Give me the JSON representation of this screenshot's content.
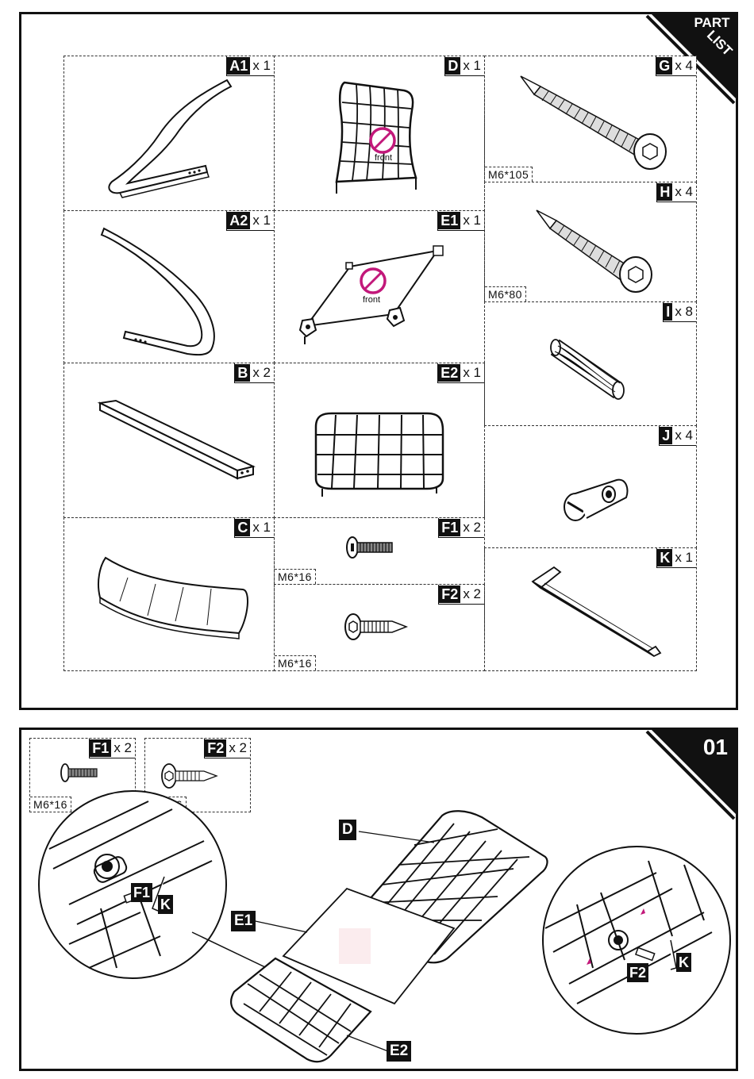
{
  "part_list": {
    "corner_line1": "PART",
    "corner_line2": "LIST",
    "parts": {
      "A1": {
        "code": "A1",
        "qty": "x 1"
      },
      "A2": {
        "code": "A2",
        "qty": "x 1"
      },
      "B": {
        "code": "B",
        "qty": "x 2"
      },
      "C": {
        "code": "C",
        "qty": "x 1"
      },
      "D": {
        "code": "D",
        "qty": "x 1",
        "mark": "front"
      },
      "E1": {
        "code": "E1",
        "qty": "x 1",
        "mark": "front"
      },
      "E2": {
        "code": "E2",
        "qty": "x 1"
      },
      "F1": {
        "code": "F1",
        "qty": "x 2",
        "spec": "M6*16"
      },
      "F2": {
        "code": "F2",
        "qty": "x 2",
        "spec": "M6*16"
      },
      "G": {
        "code": "G",
        "qty": "x 4",
        "spec": "M6*105"
      },
      "H": {
        "code": "H",
        "qty": "x 4",
        "spec": "M6*80"
      },
      "I": {
        "code": "I",
        "qty": "x 8"
      },
      "J": {
        "code": "J",
        "qty": "x 4"
      },
      "K": {
        "code": "K",
        "qty": "x 1"
      }
    }
  },
  "step": {
    "number": "01",
    "parts_used": [
      {
        "code": "F1",
        "qty": "x 2",
        "spec": "M6*16"
      },
      {
        "code": "F2",
        "qty": "x 2",
        "spec": "M6*16"
      }
    ],
    "callouts": {
      "D": "D",
      "E1": "E1",
      "E2": "E2"
    },
    "detail_left": {
      "screw": "F1",
      "tool": "K"
    },
    "detail_right": {
      "screw": "F2",
      "tool": "K"
    }
  },
  "colors": {
    "ink": "#111111",
    "accent": "#c2187a"
  }
}
